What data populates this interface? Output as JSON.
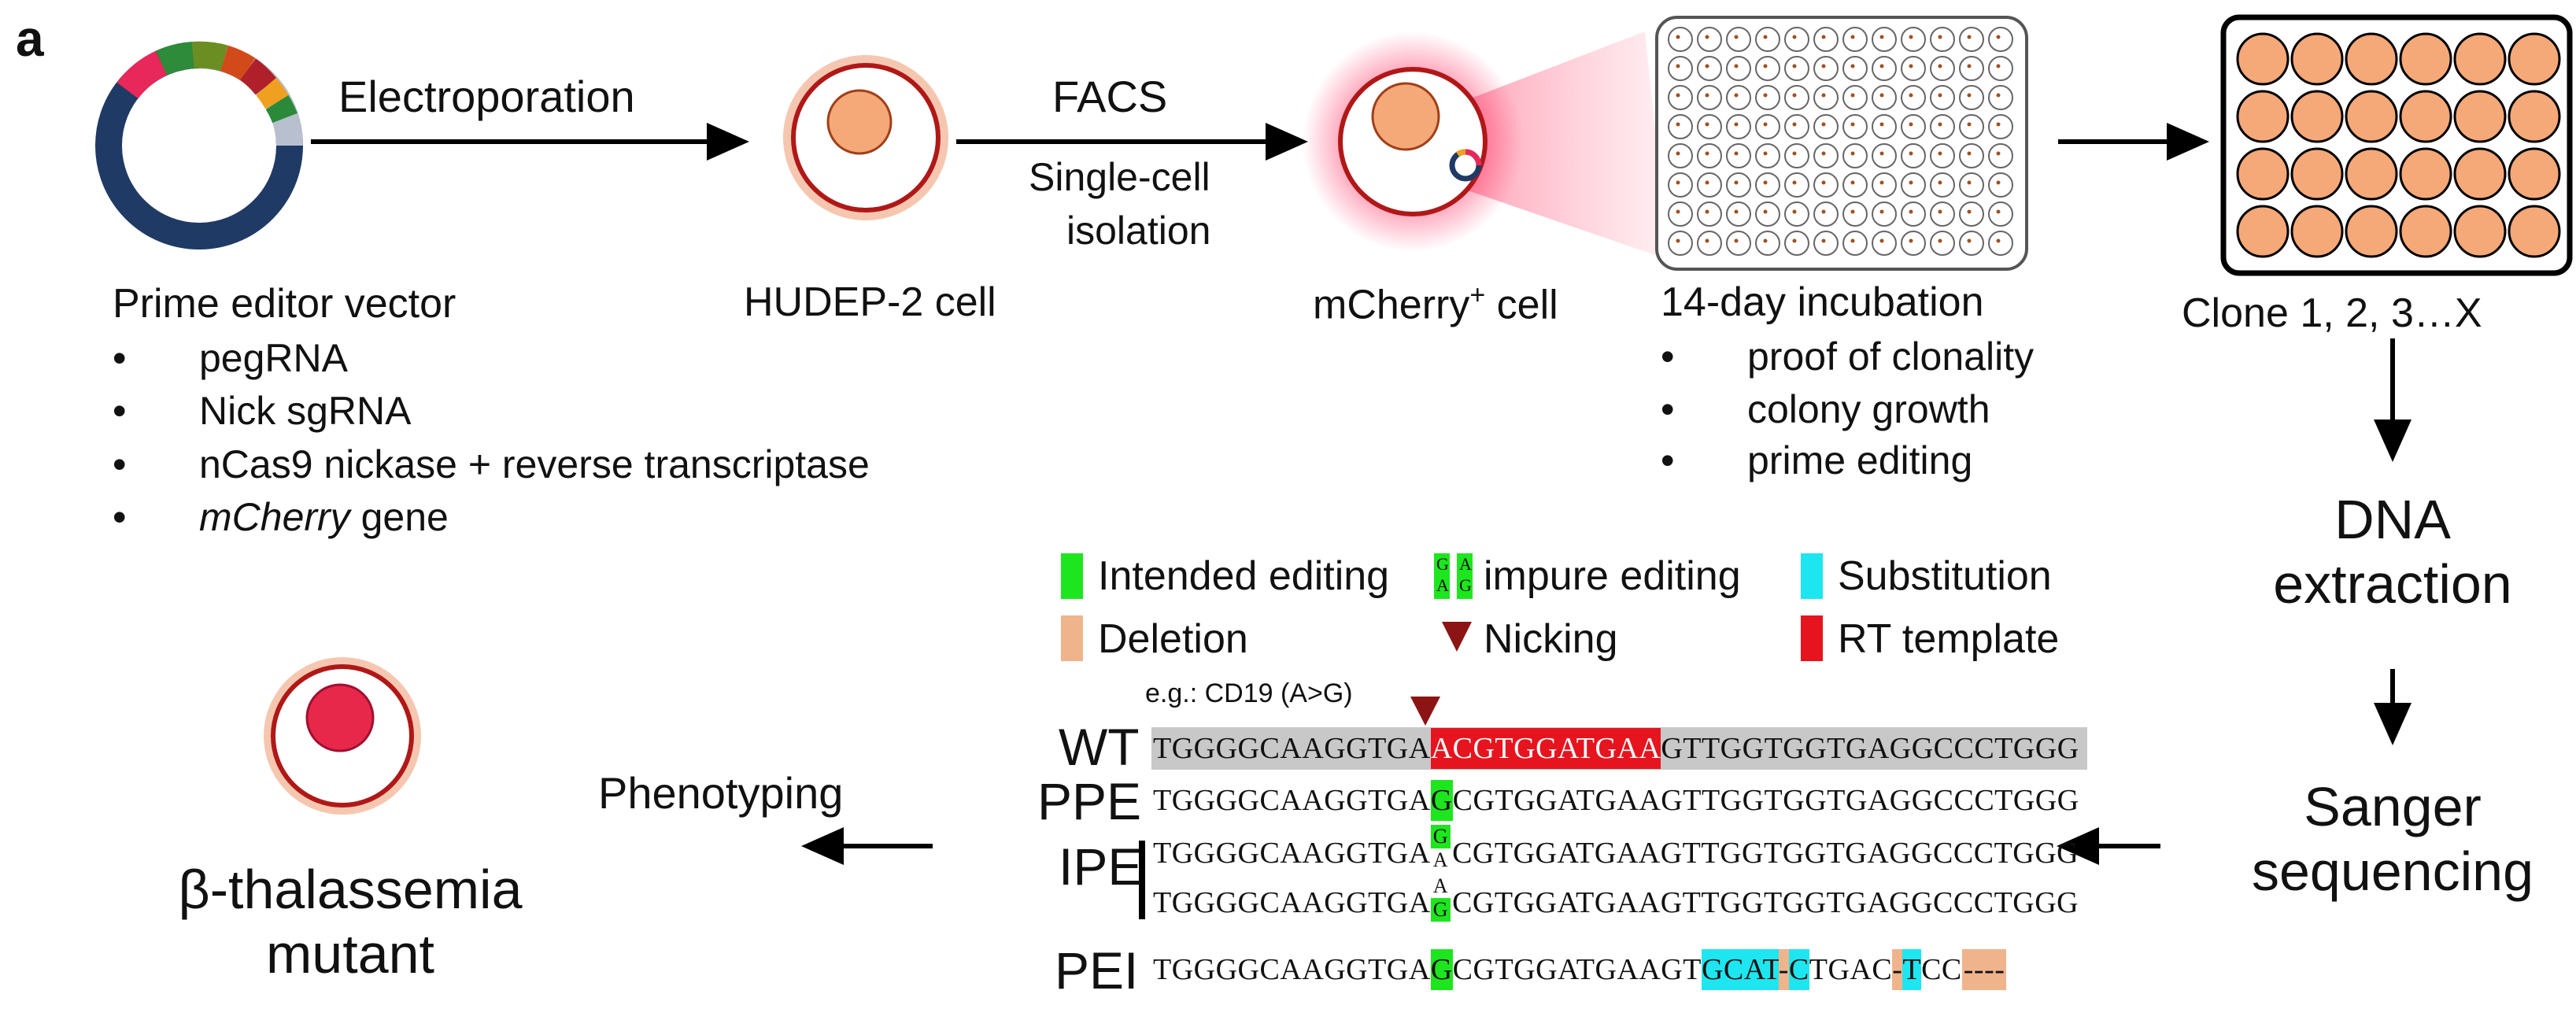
{
  "panel_label": "a",
  "steps": {
    "electroporation": "Electroporation",
    "facs": "FACS",
    "single_cell_1": "Single-cell",
    "single_cell_2": "isolation",
    "phenotyping": "Phenotyping"
  },
  "nodes": {
    "vector_title": "Prime editor vector",
    "vector_items": [
      "pegRNA",
      "Nick sgRNA",
      "nCas9 nickase + reverse transcriptase",
      "mCherry",
      " gene"
    ],
    "hudep": "HUDEP-2 cell",
    "mcherry_main": "mCherry",
    "mcherry_sup": "+",
    "mcherry_tail": " cell",
    "incubation_title": "14-day incubation",
    "incubation_items": [
      "proof of clonality",
      "colony growth",
      "prime editing"
    ],
    "clone": "Clone 1, 2, 3…X",
    "dna_1": "DNA",
    "dna_2": "extraction",
    "sanger_1": "Sanger",
    "sanger_2": "sequencing",
    "mutant_1": "β-thalassemia",
    "mutant_2": "mutant",
    "bullet": "•"
  },
  "legend": {
    "intended": "Intended editing",
    "impure": "impure editing",
    "impure_glyphs": [
      "G",
      "A",
      "A",
      "G"
    ],
    "substitution": "Substitution",
    "deletion": "Deletion",
    "nicking": "Nicking",
    "rt": "RT template"
  },
  "colors": {
    "intended": "#1ee61e",
    "deletion": "#f0b48c",
    "substitution": "#1ee6f0",
    "rt": "#e6141e",
    "nicking": "#8c1414",
    "wt_band": "#c8c8c8",
    "cell_orange": "#f5a878",
    "cell_red": "#e8284a",
    "plasmid_dark": "#1f3a64"
  },
  "sequence": {
    "example": "e.g.: CD19 (A>G)",
    "rows": [
      {
        "label": "WT",
        "pre": "TGGGGCAAGGTGA",
        "mid": "ACGTGGATGAA",
        "post": "GTTGGTGGTGAGGCCCTGGG"
      },
      {
        "label": "PPE",
        "pre": "TGGGGCAAGGTGA",
        "edit": "G",
        "post": "CGTGGATGAAGTTGGTGGTGAGGCCCTGGG"
      },
      {
        "label": "IPE",
        "pre": "TGGGGCAAGGTGA",
        "top": "G",
        "bot": "A",
        "post": "CGTGGATGAAGTTGGTGGTGAGGCCCTGGG"
      },
      {
        "label": "",
        "pre": "TGGGGCAAGGTGA",
        "top": "A",
        "bot": "G",
        "post": "CGTGGATGAAGTTGGTGGTGAGGCCCTGGG"
      },
      {
        "label": "PEI",
        "pre": "TGGGGCAAGGTGA",
        "edit": "G",
        "a": "CGTGGATGAAGT",
        "b": "GCAT",
        "c": "-",
        "d": "C",
        "e": "TGAC",
        "f": "-",
        "g": "T",
        "h": "CC",
        "i": "----"
      }
    ]
  }
}
